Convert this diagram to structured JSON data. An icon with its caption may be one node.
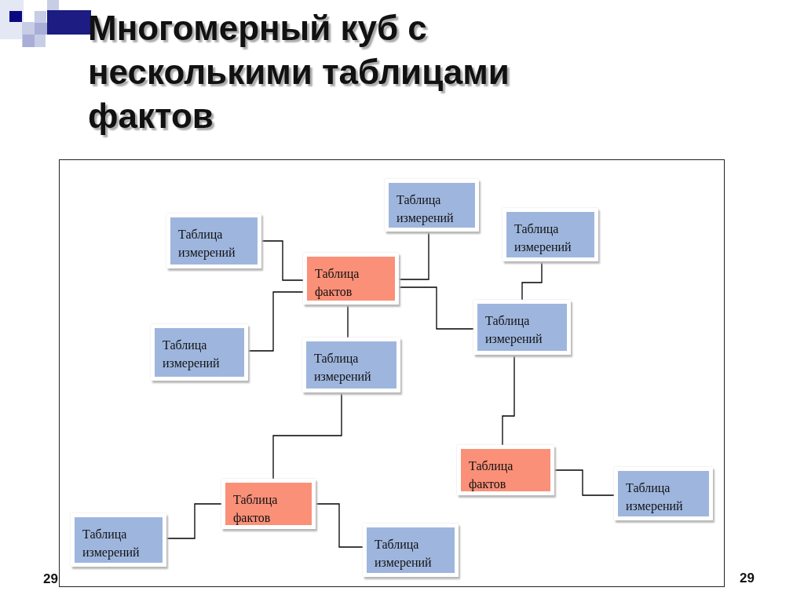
{
  "diagram": {
    "title": "Многомерный куб с несколькими таблицами фактов",
    "nodes": [
      {
        "text": [
          "Таблица измерений"
        ]
      },
      {
        "text": [
          "Таблица измерений"
        ]
      },
      {
        "text": [
          "Таблица измерений"
        ]
      },
      {
        "text": [
          "Таблица фактов"
        ]
      },
      {
        "text": [
          "Таблица измерений"
        ]
      },
      {
        "text": [
          "Таблица измерений"
        ]
      },
      {
        "text": [
          "Таблица измерений"
        ]
      },
      {
        "text": [
          "Таблица фактов"
        ]
      },
      {
        "text": [
          "Таблица измерений"
        ]
      },
      {
        "text": [
          "Таблица фактов"
        ]
      },
      {
        "text": [
          "Таблица измерений"
        ]
      },
      {
        "text": [
          "Таблица измерений"
        ]
      }
    ],
    "edges": [
      {
        "from": 2,
        "to": 3,
        "arrow": "none"
      },
      {
        "from": 3,
        "to": 0,
        "arrow": "none"
      },
      {
        "from": 3,
        "to": 5,
        "arrow": "none"
      },
      {
        "from": 3,
        "to": 6,
        "arrow": "none"
      },
      {
        "from": 3,
        "to": 4,
        "arrow": "none"
      },
      {
        "from": 1,
        "to": 4,
        "arrow": "none"
      },
      {
        "from": 6,
        "to": 9,
        "arrow": "none"
      },
      {
        "from": 4,
        "to": 7,
        "arrow": "none"
      },
      {
        "from": 9,
        "to": 10,
        "arrow": "none"
      },
      {
        "from": 9,
        "to": 11,
        "arrow": "none"
      },
      {
        "from": 7,
        "to": 8,
        "arrow": "none"
      }
    ],
    "labels": [
      "29",
      "29"
    ]
  }
}
